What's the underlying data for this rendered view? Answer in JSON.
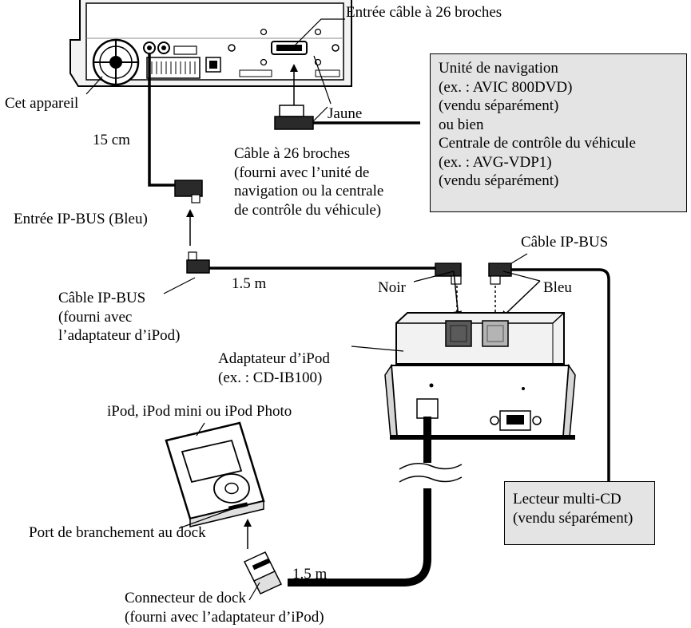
{
  "labels": {
    "head_unit": "Cet appareil",
    "input_26pin": "Entrée câble à 26 broches",
    "yellow": "Jaune",
    "length_15cm": "15 cm",
    "cable_26pin": [
      "Câble à 26 broches",
      "(fourni avec l’unité de",
      "navigation ou la centrale",
      "de contrôle du véhicule)"
    ],
    "ipbus_input": "Entrée IP-BUS (Bleu)",
    "ipbus_cable_supplied": [
      "Câble IP-BUS",
      "(fourni avec",
      "l’adaptateur d’iPod)"
    ],
    "length_1_5m_a": "1.5 m",
    "ipbus_cable": "Câble IP-BUS",
    "black": "Noir",
    "blue": "Bleu",
    "ipod_adapter": [
      "Adaptateur d’iPod",
      "(ex. : CD-IB100)"
    ],
    "ipod_models": "iPod, iPod mini ou iPod Photo",
    "dock_port": "Port de branchement au dock",
    "length_1_5m_b": "1.5 m",
    "dock_connector": [
      "Connecteur de dock",
      "(fourni avec l’adaptateur d’iPod)"
    ]
  },
  "boxes": {
    "navigation": [
      "Unité de navigation",
      "(ex. : AVIC 800DVD)",
      "(vendu séparément)",
      "ou bien",
      "Centrale de contrôle du véhicule",
      "(ex. : AVG-VDP1)",
      "(vendu séparément)"
    ],
    "cd_changer": [
      "Lecteur multi-CD",
      "(vendu séparément)"
    ]
  },
  "colors": {
    "box_fill": "#e4e4e4",
    "unit_fill": "#f2f2f2",
    "connector_black": "#5a5a5a",
    "connector_blue": "#b4b4b4"
  },
  "icons": [
    "head-unit-rear-icon",
    "cooling-fan-icon",
    "ipod-icon",
    "ipod-adapter-icon",
    "cable-plug-icon",
    "dock-connector-icon"
  ]
}
